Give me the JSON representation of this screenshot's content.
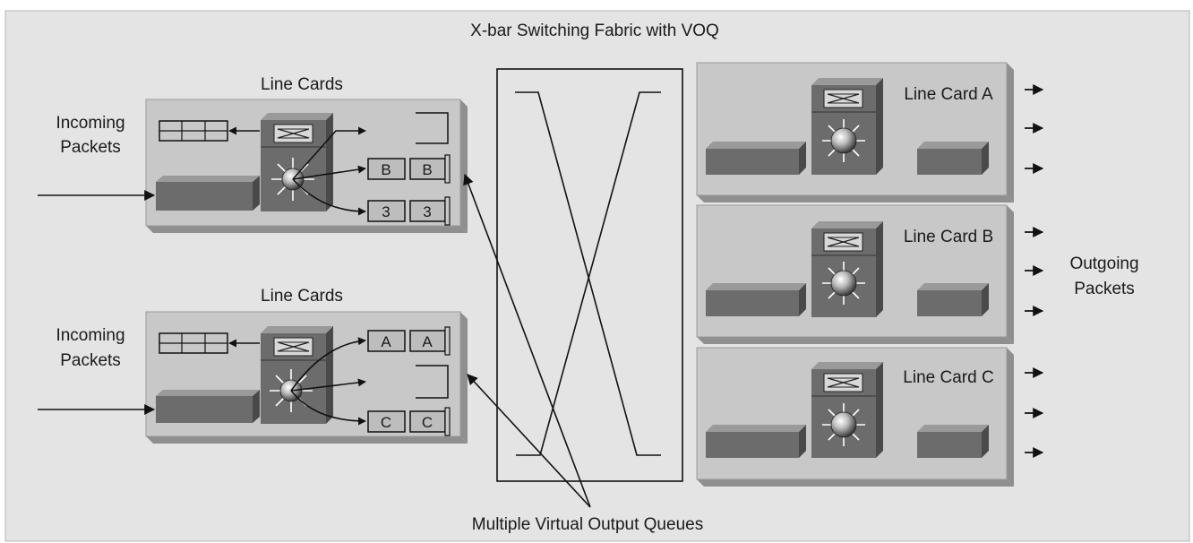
{
  "title": "X-bar Switching Fabric with VOQ",
  "ingress": [
    {
      "heading": "Line Cards",
      "incoming_line1": "Incoming",
      "incoming_line2": "Packets",
      "queues": [
        "B",
        "B",
        "3",
        "3"
      ]
    },
    {
      "heading": "Line Cards",
      "incoming_line1": "Incoming",
      "incoming_line2": "Packets",
      "queues": [
        "A",
        "A",
        "C",
        "C"
      ]
    }
  ],
  "egress": [
    {
      "label": "Line Card A"
    },
    {
      "label": "Line Card B"
    },
    {
      "label": "Line Card C"
    }
  ],
  "outgoing_line1": "Outgoing",
  "outgoing_line2": "Packets",
  "voq_caption": "Multiple Virtual Output Queues",
  "colors": {
    "background": "#e4e4e4",
    "panel": "#c8c8c8",
    "block_front": "#6c6c6c",
    "block_top": "#9a9a9a",
    "block_side": "#4a4a4a",
    "stroke": "#111111"
  },
  "icons": [
    "crossbar-switch-icon",
    "router-icon",
    "queue-buffer-icon",
    "arrow-icon"
  ]
}
